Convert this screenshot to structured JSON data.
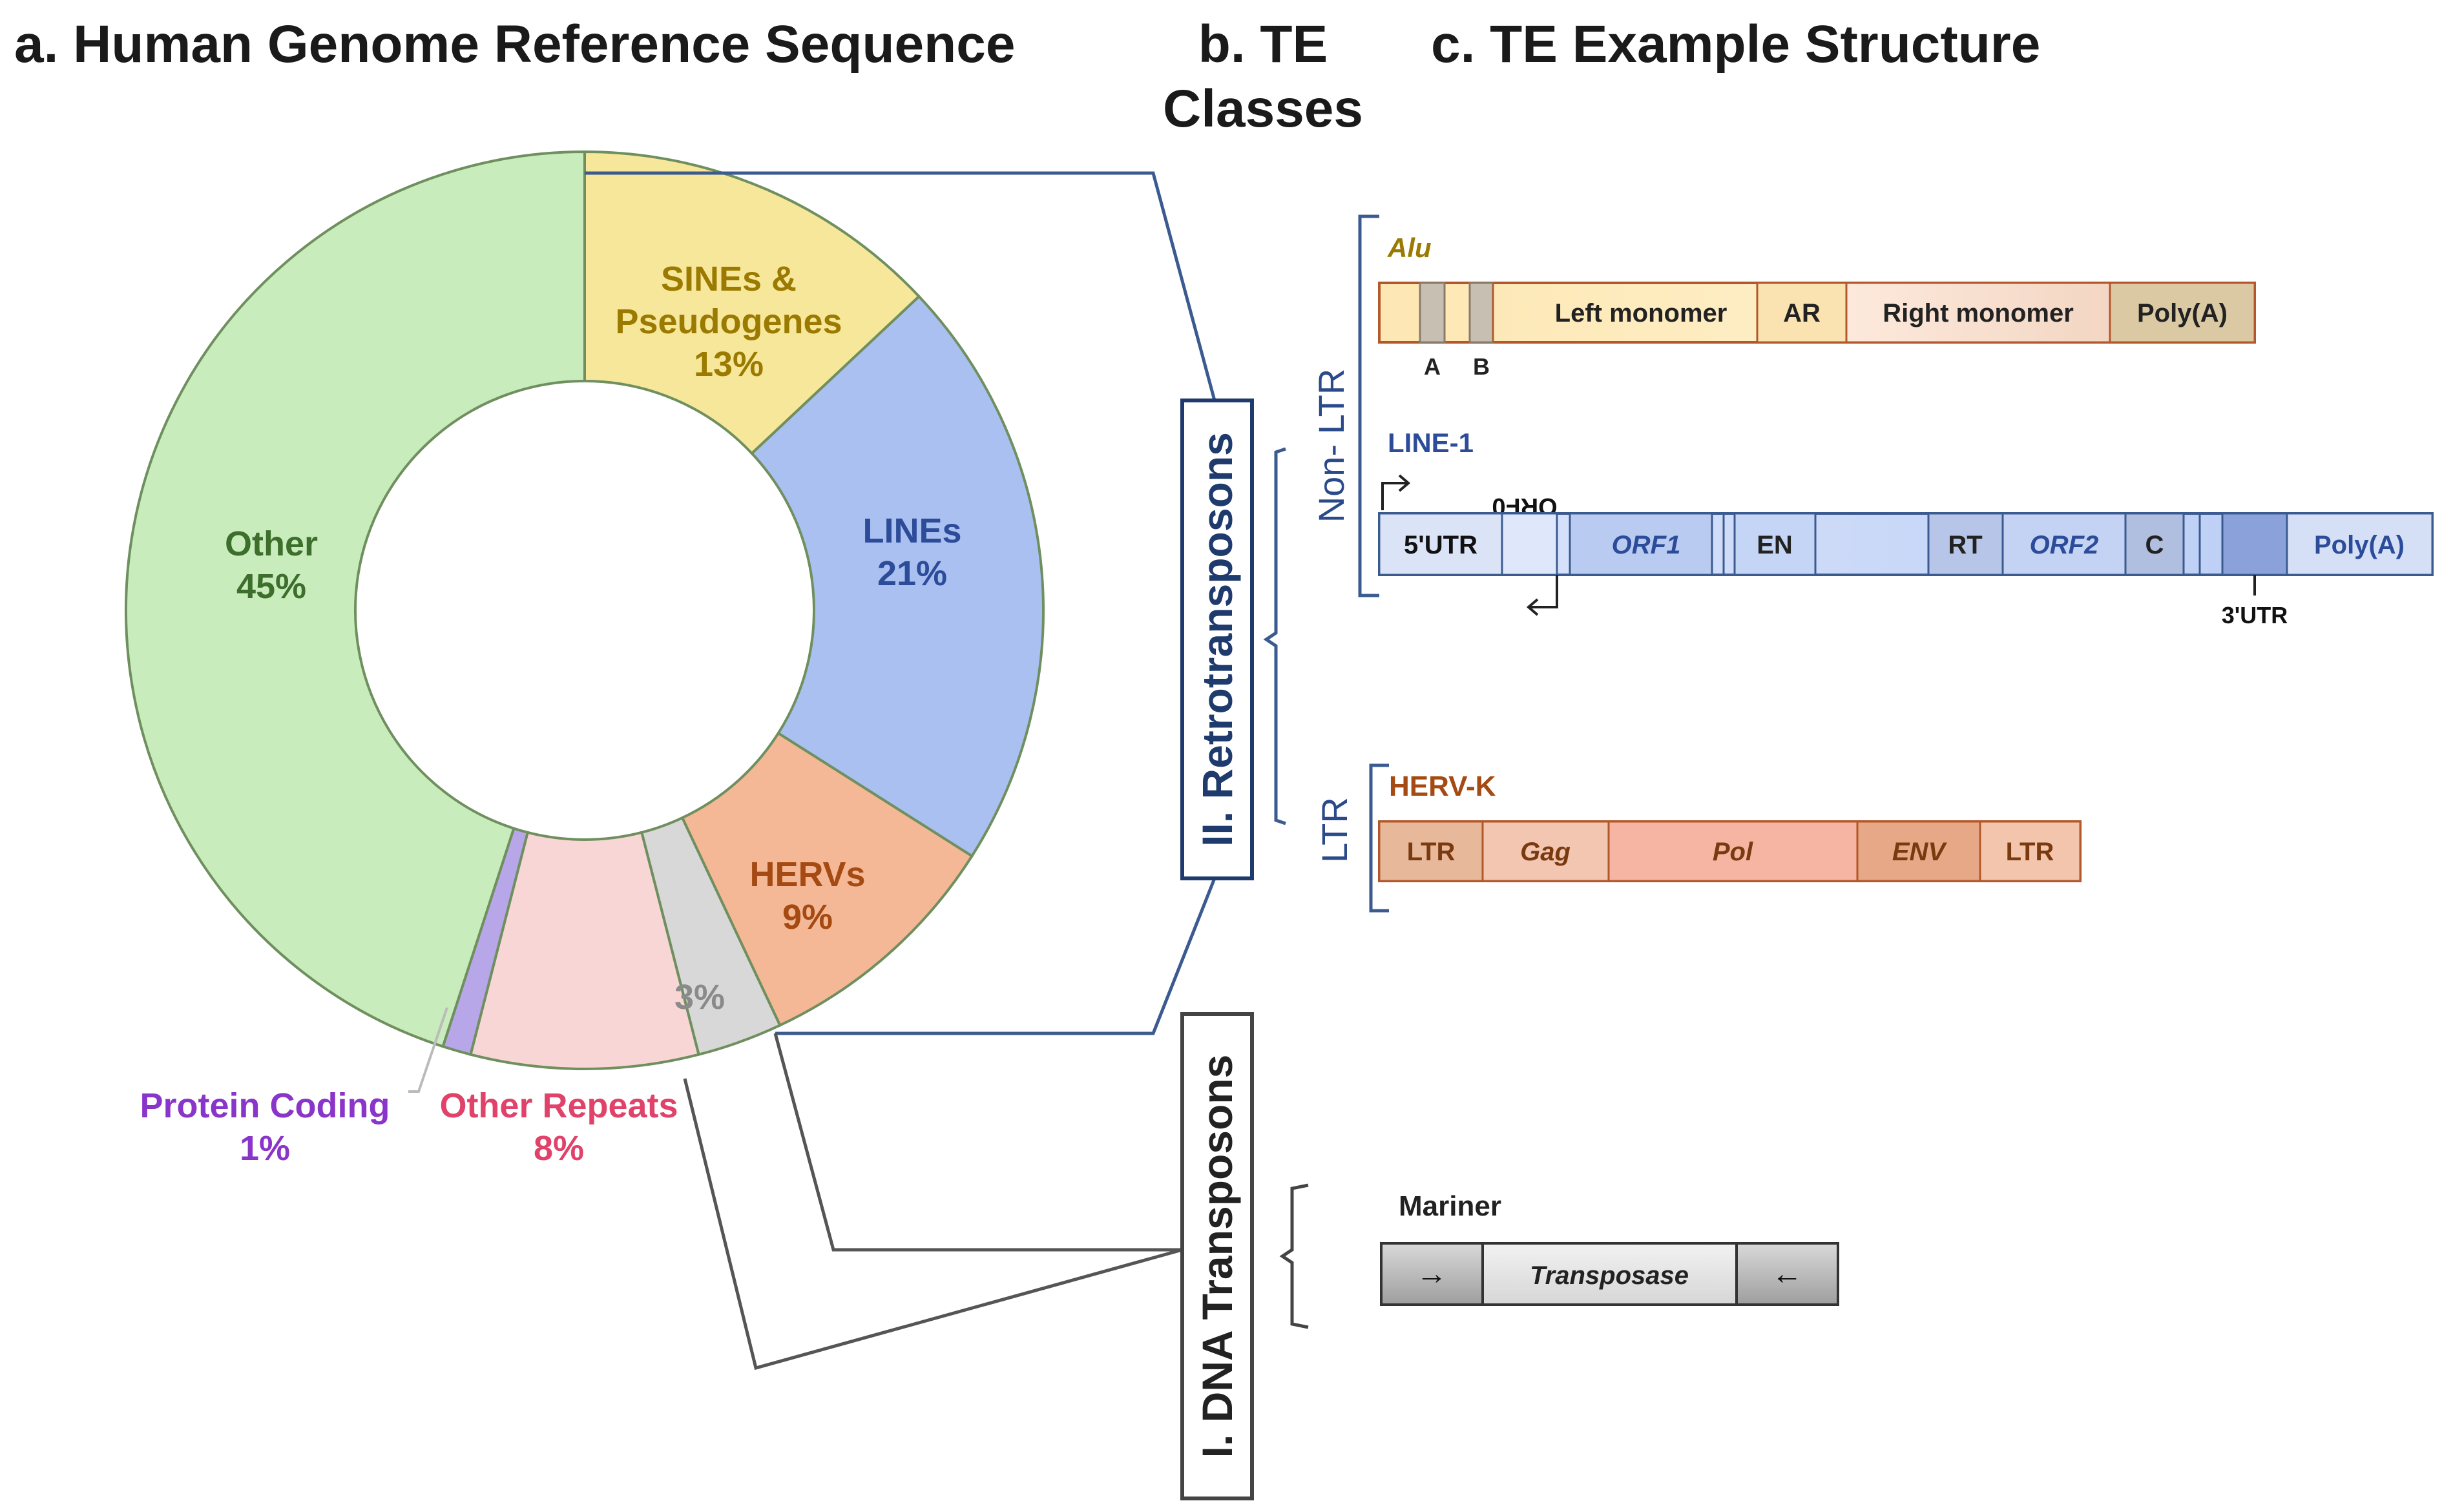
{
  "titles": {
    "a": "a. Human Genome Reference Sequence",
    "b_line1": "b. TE",
    "b_line2": "Classes",
    "c": "c. TE Example Structure"
  },
  "chart_data": {
    "type": "pie",
    "title": "",
    "slices": [
      {
        "label": "SINEs & Pseudogenes",
        "value": 13,
        "text": "13%",
        "color": "#f7e79a"
      },
      {
        "label": "LINEs",
        "value": 21,
        "text": "21%",
        "color": "#a9c0f0"
      },
      {
        "label": "HERVs",
        "value": 9,
        "text": "9%",
        "color": "#f4b897"
      },
      {
        "label": "",
        "value": 3,
        "text": "3%",
        "color": "#d8d8d8"
      },
      {
        "label": "Other Repeats",
        "value": 8,
        "text": "8%",
        "color": "#f9d6d6"
      },
      {
        "label": "Protein Coding",
        "value": 1,
        "text": "1%",
        "color": "#b7a6e8"
      },
      {
        "label": "Other",
        "value": 45,
        "text": "45%",
        "color": "#c9ecbc"
      }
    ]
  },
  "labels": {
    "sines_l1": "SINEs &",
    "sines_l2": "Pseudogenes",
    "sines_pct": "13%",
    "lines": "LINEs",
    "lines_pct": "21%",
    "hervs": "HERVs",
    "hervs_pct": "9%",
    "dna_pct": "3%",
    "other": "Other",
    "other_pct": "45%",
    "protein": "Protein Coding",
    "protein_pct": "1%",
    "other_rep": "Other Repeats",
    "other_rep_pct": "8%"
  },
  "classes": {
    "retro": "II. Retrotransposons",
    "dna": "I. DNA Transposons",
    "non_ltr": "Non- LTR",
    "ltr": "LTR"
  },
  "alu": {
    "name": "Alu",
    "left_monomer": "Left monomer",
    "ar": "AR",
    "right_monomer": "Right monomer",
    "polya": "Poly(A)",
    "a": "A",
    "b": "B"
  },
  "line1": {
    "name": "LINE-1",
    "orf0": "ORF0",
    "utr5": "5'UTR",
    "orf1": "ORF1",
    "en": "EN",
    "rt": "RT",
    "orf2": "ORF2",
    "c": "C",
    "polya": "Poly(A)",
    "utr3": "3'UTR"
  },
  "hervk": {
    "name": "HERV-K",
    "ltr1": "LTR",
    "gag": "Gag",
    "pol": "Pol",
    "env": "ENV",
    "ltr2": "LTR"
  },
  "mariner": {
    "name": "Mariner",
    "left_arrow": "→",
    "transposase": "Transposase",
    "right_arrow": "←"
  },
  "colors": {
    "sine_text": "#9a7a00",
    "line_text": "#2c4c9a",
    "herv_text": "#a44a12",
    "other_text": "#3d6e2c",
    "protein_text": "#8a35c9",
    "other_rep_text": "#e0426a",
    "dna_pct_text": "#8a8a8a"
  }
}
